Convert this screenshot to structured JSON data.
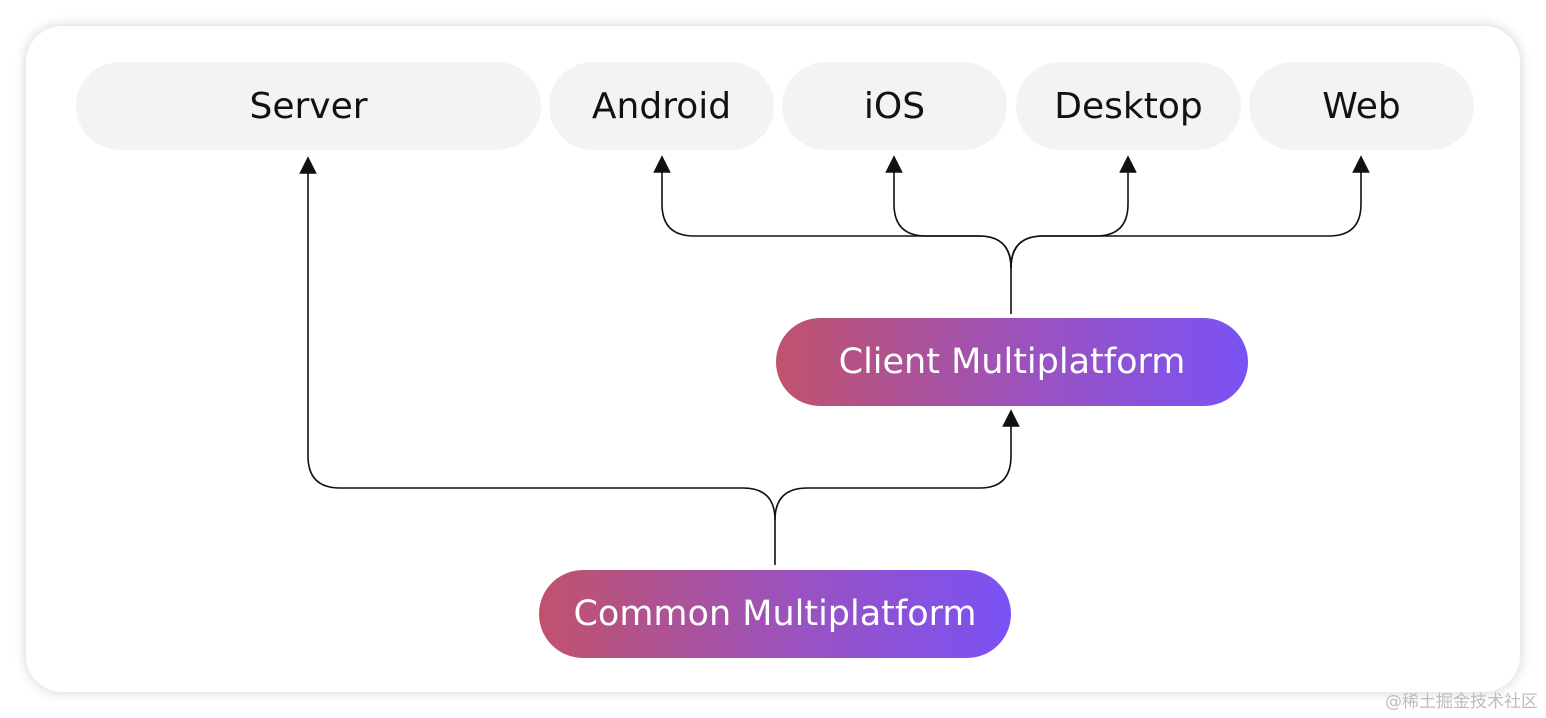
{
  "diagram": {
    "targets": {
      "server": "Server",
      "android": "Android",
      "ios": "iOS",
      "desktop": "Desktop",
      "web": "Web"
    },
    "client": "Client Multiplatform",
    "common": "Common Multiplatform"
  },
  "colors": {
    "target_bg": "#f3f3f3",
    "line": "#111111",
    "gradient_start": "#c0526c",
    "gradient_end": "#7a52f4"
  },
  "watermark": "@稀土掘金技术社区"
}
